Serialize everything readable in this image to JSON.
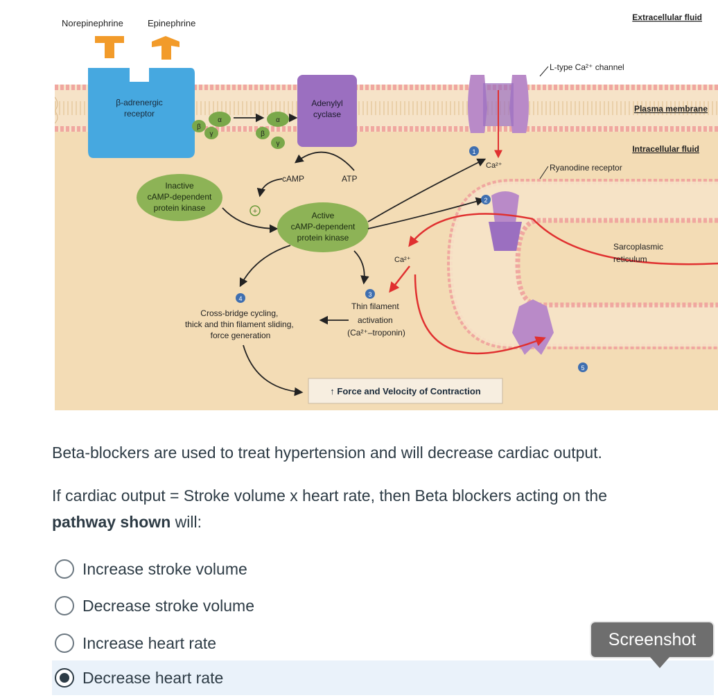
{
  "diagram": {
    "hormones": [
      "Norepinephrine",
      "Epinephrine"
    ],
    "receptor": [
      "β-adrenergic",
      "receptor"
    ],
    "subunits": {
      "alpha": "α",
      "beta": "β",
      "gamma": "γ"
    },
    "adenylyl": [
      "Adenylyl",
      "cyclase"
    ],
    "camp": "cAMP",
    "atp": "ATP",
    "inactive_pka": [
      "Inactive",
      "cAMP-dependent",
      "protein kinase"
    ],
    "active_pka": [
      "Active",
      "cAMP-dependent",
      "protein kinase"
    ],
    "plus": "+",
    "cross_bridge": [
      "Cross-bridge cycling,",
      "thick and thin filament sliding,",
      "force generation"
    ],
    "thin_filament": [
      "Thin filament",
      "activation",
      "(Ca²⁺–troponin)"
    ],
    "ca": "Ca²⁺",
    "force_box": "↑ Force and Velocity of Contraction",
    "extracellular": "Extracellular fluid",
    "l_type": "L-type Ca²⁺ channel",
    "plasma_membrane": "Plasma membrane",
    "intracellular": "Intracellular fluid",
    "ryanodine": "Ryanodine receptor",
    "sr": [
      "Sarcoplasmic",
      "reticulum"
    ],
    "steps": [
      "1",
      "2",
      "3",
      "4",
      "5"
    ]
  },
  "question": {
    "line1": "Beta-blockers are used to treat hypertension and will decrease cardiac output.",
    "line2a": "If cardiac output = Stroke volume x heart rate, then Beta blockers acting on the",
    "line2b_bold": "pathway shown",
    "line2b_rest": " will:"
  },
  "options": [
    {
      "label": "Increase stroke volume",
      "selected": false
    },
    {
      "label": "Decrease stroke volume",
      "selected": false
    },
    {
      "label": "Increase heart rate",
      "selected": false
    },
    {
      "label": "Decrease heart rate",
      "selected": true
    }
  ],
  "screenshot_button": "Screenshot",
  "colors": {
    "background": "#f3dcb5",
    "membrane": "#f0a7a0",
    "receptor": "#46a8e0",
    "enzyme": "#9b6fc0",
    "kinase": "#8db356",
    "channel": "#b98ac8",
    "arrow_red": "#e03030"
  }
}
